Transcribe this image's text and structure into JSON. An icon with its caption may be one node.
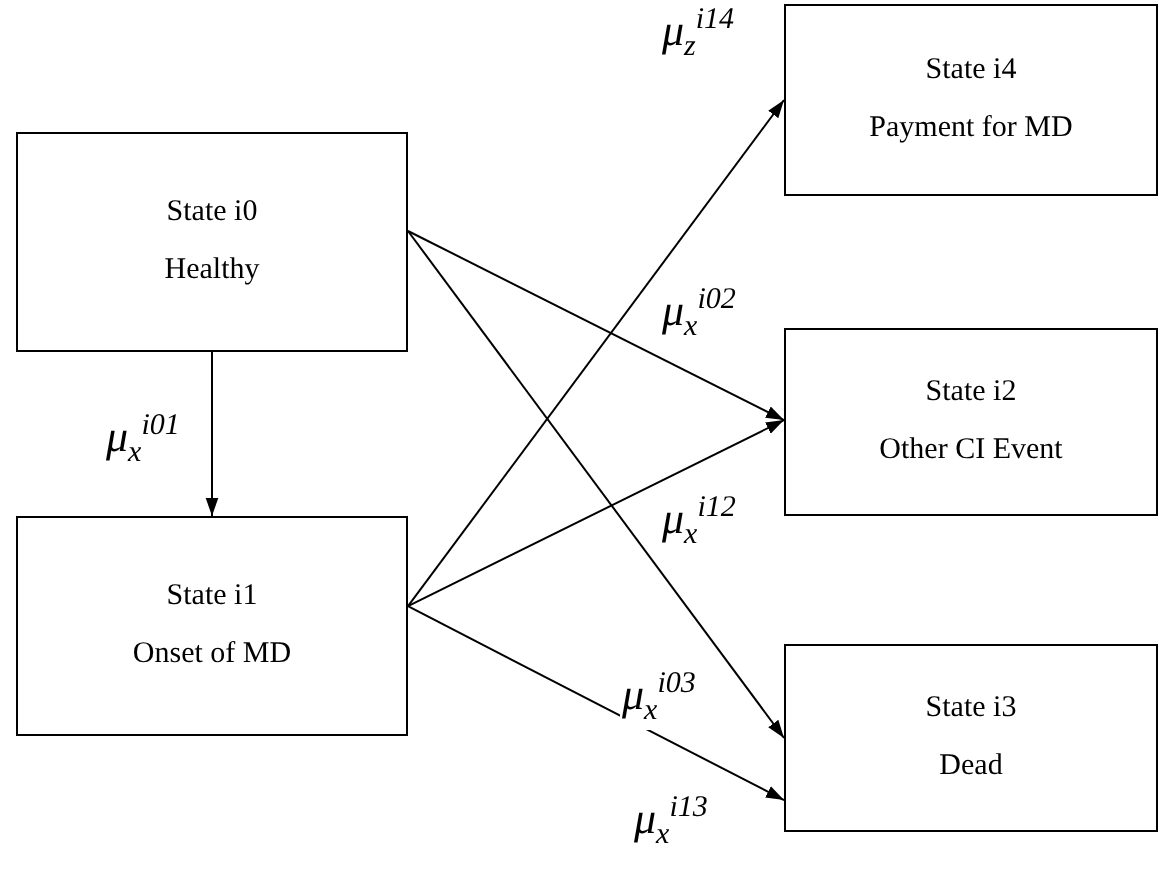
{
  "diagram": {
    "nodes": [
      {
        "text": [
          "State i0",
          "Healthy"
        ]
      },
      {
        "text": [
          "State i1",
          "Onset of MD"
        ]
      },
      {
        "text": [
          "State i4",
          "Payment for MD"
        ]
      },
      {
        "text": [
          "State i2",
          "Other CI Event"
        ]
      },
      {
        "text": [
          "State i3",
          "Dead"
        ]
      }
    ],
    "edges": [
      {
        "from": 0,
        "to": 1,
        "arrow": "to",
        "label": "μ$_{x}$$^{i01}$"
      },
      {
        "from": 1,
        "to": 2,
        "arrow": "to",
        "label": "μ$_{z}$$^{i14}$"
      },
      {
        "from": 0,
        "to": 3,
        "arrow": "to",
        "label": "μ$_{x}$$^{i02}$"
      },
      {
        "from": 1,
        "to": 3,
        "arrow": "to",
        "label": "μ$_{x}$$^{i12}$"
      },
      {
        "from": 0,
        "to": 4,
        "arrow": "to",
        "label": "μ$_{x}$$^{i03}$"
      },
      {
        "from": 1,
        "to": 4,
        "arrow": "to",
        "label": "μ$_{x}$$^{i13}$"
      }
    ]
  }
}
